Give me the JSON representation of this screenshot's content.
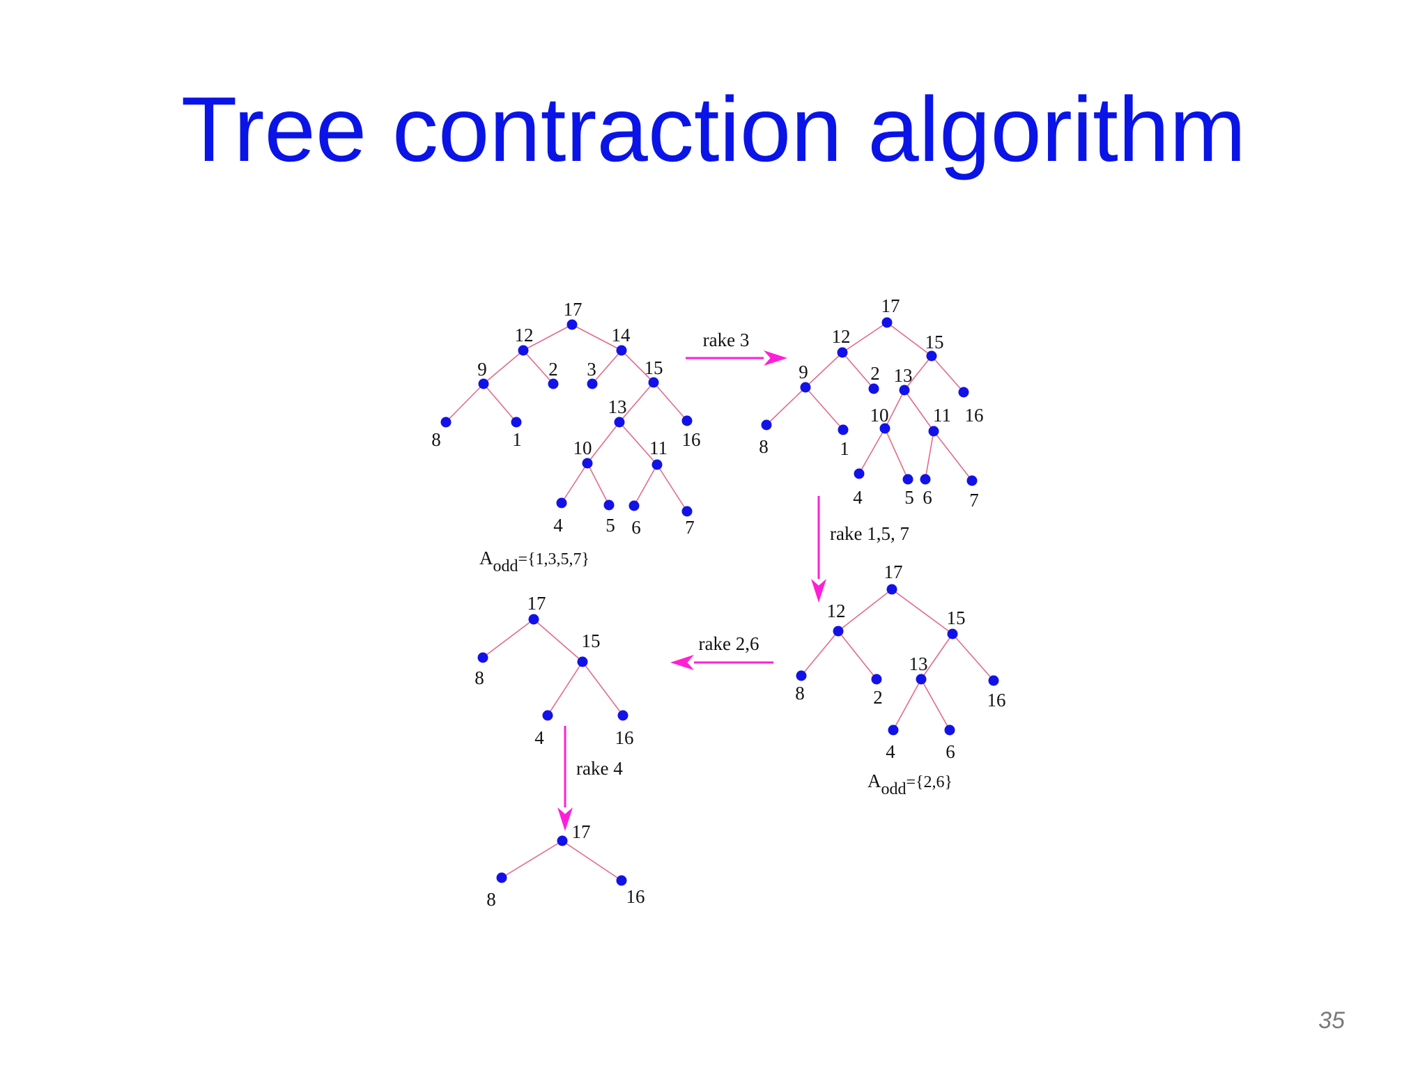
{
  "slide": {
    "title": "Tree contraction algorithm",
    "page_number": "35"
  },
  "diagram": {
    "trees": [
      {
        "id": "t1",
        "nodes": [
          {
            "k": "17",
            "label": "17"
          },
          {
            "k": "12",
            "label": "12"
          },
          {
            "k": "14",
            "label": "14"
          },
          {
            "k": "9",
            "label": "9"
          },
          {
            "k": "2",
            "label": "2"
          },
          {
            "k": "3",
            "label": "3"
          },
          {
            "k": "15",
            "label": "15"
          },
          {
            "k": "8",
            "label": "8"
          },
          {
            "k": "1",
            "label": "1"
          },
          {
            "k": "13",
            "label": "13"
          },
          {
            "k": "16",
            "label": "16"
          },
          {
            "k": "10",
            "label": "10"
          },
          {
            "k": "11",
            "label": "11"
          },
          {
            "k": "4",
            "label": "4"
          },
          {
            "k": "5",
            "label": "5"
          },
          {
            "k": "6",
            "label": "6"
          },
          {
            "k": "7",
            "label": "7"
          }
        ],
        "edges": [
          [
            "17",
            "12"
          ],
          [
            "17",
            "14"
          ],
          [
            "12",
            "9"
          ],
          [
            "12",
            "2"
          ],
          [
            "14",
            "3"
          ],
          [
            "14",
            "15"
          ],
          [
            "9",
            "8"
          ],
          [
            "9",
            "1"
          ],
          [
            "15",
            "13"
          ],
          [
            "15",
            "16"
          ],
          [
            "13",
            "10"
          ],
          [
            "13",
            "11"
          ],
          [
            "10",
            "4"
          ],
          [
            "10",
            "5"
          ],
          [
            "11",
            "6"
          ],
          [
            "11",
            "7"
          ]
        ],
        "caption": {
          "main": "A",
          "sub": "odd",
          "rest": "={1,3,5,7}"
        }
      },
      {
        "id": "t2",
        "nodes": [
          {
            "k": "17",
            "label": "17"
          },
          {
            "k": "12",
            "label": "12"
          },
          {
            "k": "15",
            "label": "15"
          },
          {
            "k": "9",
            "label": "9"
          },
          {
            "k": "2",
            "label": "2"
          },
          {
            "k": "13",
            "label": "13"
          },
          {
            "k": "16",
            "label": "16"
          },
          {
            "k": "8",
            "label": "8"
          },
          {
            "k": "1",
            "label": "1"
          },
          {
            "k": "10",
            "label": "10"
          },
          {
            "k": "11",
            "label": "11"
          },
          {
            "k": "4",
            "label": "4"
          },
          {
            "k": "5",
            "label": "5"
          },
          {
            "k": "6",
            "label": "6"
          },
          {
            "k": "7",
            "label": "7"
          }
        ],
        "edges": [
          [
            "17",
            "12"
          ],
          [
            "17",
            "15"
          ],
          [
            "12",
            "9"
          ],
          [
            "12",
            "2"
          ],
          [
            "15",
            "13"
          ],
          [
            "15",
            "16"
          ],
          [
            "9",
            "8"
          ],
          [
            "9",
            "1"
          ],
          [
            "13",
            "10"
          ],
          [
            "13",
            "11"
          ],
          [
            "10",
            "4"
          ],
          [
            "10",
            "5"
          ],
          [
            "11",
            "6"
          ],
          [
            "11",
            "7"
          ]
        ]
      },
      {
        "id": "t3",
        "nodes": [
          {
            "k": "17",
            "label": "17"
          },
          {
            "k": "12",
            "label": "12"
          },
          {
            "k": "15",
            "label": "15"
          },
          {
            "k": "8",
            "label": "8"
          },
          {
            "k": "2",
            "label": "2"
          },
          {
            "k": "13",
            "label": "13"
          },
          {
            "k": "16",
            "label": "16"
          },
          {
            "k": "4",
            "label": "4"
          },
          {
            "k": "6",
            "label": "6"
          }
        ],
        "edges": [
          [
            "17",
            "12"
          ],
          [
            "17",
            "15"
          ],
          [
            "12",
            "8"
          ],
          [
            "12",
            "2"
          ],
          [
            "15",
            "13"
          ],
          [
            "15",
            "16"
          ],
          [
            "13",
            "4"
          ],
          [
            "13",
            "6"
          ]
        ],
        "caption": {
          "main": "A",
          "sub": "odd",
          "rest": "={2,6}"
        }
      },
      {
        "id": "t4",
        "nodes": [
          {
            "k": "17",
            "label": "17"
          },
          {
            "k": "8",
            "label": "8"
          },
          {
            "k": "15",
            "label": "15"
          },
          {
            "k": "4",
            "label": "4"
          },
          {
            "k": "16",
            "label": "16"
          }
        ],
        "edges": [
          [
            "17",
            "8"
          ],
          [
            "17",
            "15"
          ],
          [
            "15",
            "4"
          ],
          [
            "15",
            "16"
          ]
        ]
      },
      {
        "id": "t5",
        "nodes": [
          {
            "k": "17",
            "label": "17"
          },
          {
            "k": "8",
            "label": "8"
          },
          {
            "k": "16",
            "label": "16"
          }
        ],
        "edges": [
          [
            "17",
            "8"
          ],
          [
            "17",
            "16"
          ]
        ]
      }
    ],
    "arrows": [
      {
        "id": "a1",
        "label": "rake  3"
      },
      {
        "id": "a2",
        "label": "rake  1,5, 7"
      },
      {
        "id": "a3",
        "label": "rake 2,6"
      },
      {
        "id": "a4",
        "label": "rake 4"
      }
    ],
    "colors": {
      "node": "#1212e8",
      "edge": "#e36a8a",
      "arrow": "#ff1fd6",
      "title": "#0a14e6"
    }
  }
}
